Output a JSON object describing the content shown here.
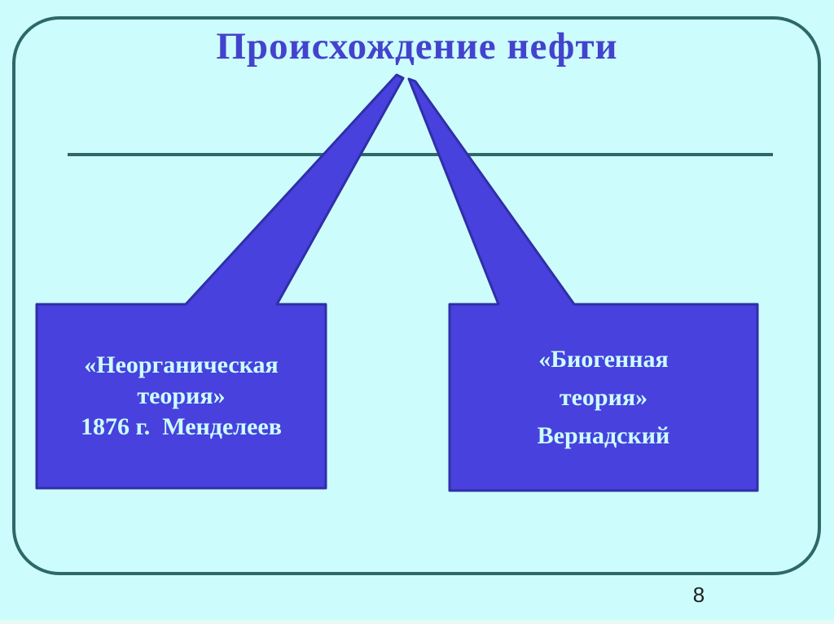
{
  "slide": {
    "title": "Происхождение нефти",
    "page_number": "8",
    "callouts": [
      {
        "lines": [
          "«Неорганическая",
          "теория»",
          "1876 г.  Менделеев"
        ]
      },
      {
        "lines": [
          "«Биогенная",
          "теория»",
          "Вернадский"
        ]
      }
    ],
    "colors": {
      "background": "#cdfcfc",
      "frame_teal": "#2e6868",
      "callout_fill": "#4841dd",
      "callout_border": "#2f2fa8",
      "callout_text": "#ccffff",
      "title_blue": "#4343cd"
    }
  }
}
